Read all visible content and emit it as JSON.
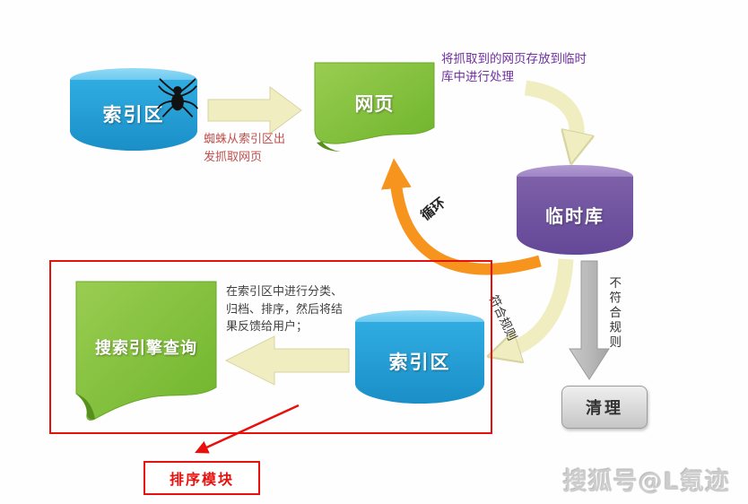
{
  "nodes": {
    "index_top": "索引区",
    "webpage": "网页",
    "temp_db": "临时库",
    "index_bottom": "索引区",
    "cleanup": "清理",
    "search_query": "搜索引擎查询",
    "sort_module": "排序模块"
  },
  "annotations": {
    "spider_note": "蜘蛛从索引区出发抓取网页",
    "store_note": "将抓取到的网页存放到临时库中进行处理",
    "loop": "循环",
    "match": "符合规则",
    "no_match": "不符合规则",
    "process_note": "在索引区中进行分类、归档、排序，然后将结果反馈给用户；"
  },
  "watermark": "搜狐号@L氪迹",
  "icons": {
    "spider": "spider-icon"
  },
  "colors": {
    "node_blue": "#29A9DF",
    "node_green": "#7FC241",
    "node_purple": "#7C5FA5",
    "arrow_yellow": "#F0EDC0",
    "arrow_orange": "#F7941D",
    "arrow_gray": "#B5B5B5",
    "annotation_red": "#E8100C",
    "note_purple": "#7030A0",
    "note_brown": "#C0504D"
  }
}
